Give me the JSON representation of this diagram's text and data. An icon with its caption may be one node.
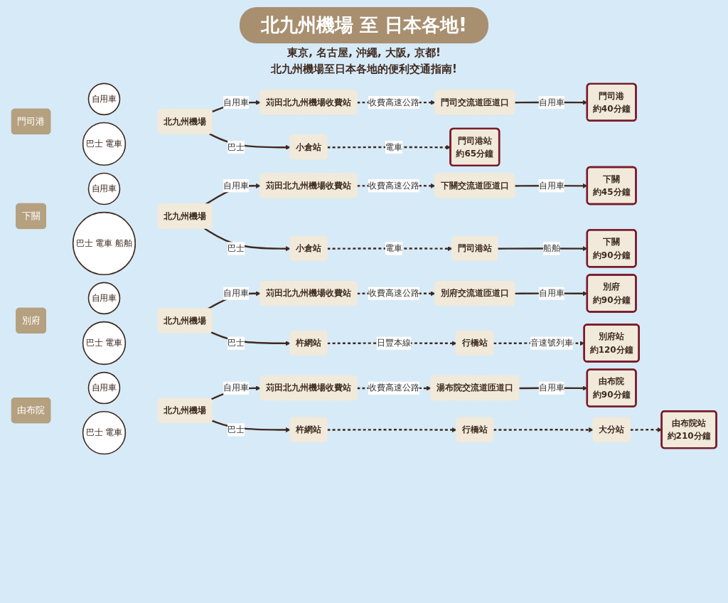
{
  "diagram": {
    "title": "北九州機場 至 日本各地!",
    "nodes": [
      {
        "text": [
          "門司港"
        ]
      },
      {
        "text": [
          "自用車"
        ]
      },
      {
        "text": [
          "巴士",
          "電車"
        ]
      },
      {
        "text": [
          "北九州機場"
        ]
      },
      {
        "text": [
          "苅田北九州機場收費站"
        ]
      },
      {
        "text": [
          "門司交流道匝道口"
        ]
      },
      {
        "text": [
          "門司港",
          "約40分鐘"
        ]
      },
      {
        "text": [
          "小倉站"
        ]
      },
      {
        "text": [
          "門司港站",
          "約65分鐘"
        ]
      },
      {
        "text": [
          "下關"
        ]
      },
      {
        "text": [
          "自用車"
        ]
      },
      {
        "text": [
          "巴士",
          "電車",
          "船舶"
        ]
      },
      {
        "text": [
          "北九州機場"
        ]
      },
      {
        "text": [
          "苅田北九州機場收費站"
        ]
      },
      {
        "text": [
          "下關交流道匝道口"
        ]
      },
      {
        "text": [
          "下關",
          "約45分鐘"
        ]
      },
      {
        "text": [
          "小倉站"
        ]
      },
      {
        "text": [
          "門司港站"
        ]
      },
      {
        "text": [
          "下關",
          "約90分鐘"
        ]
      },
      {
        "text": [
          "別府"
        ]
      },
      {
        "text": [
          "自用車"
        ]
      },
      {
        "text": [
          "巴士",
          "電車"
        ]
      },
      {
        "text": [
          "北九州機場"
        ]
      },
      {
        "text": [
          "苅田北九州機場收費站"
        ]
      },
      {
        "text": [
          "別府交流道匝道口"
        ]
      },
      {
        "text": [
          "別府",
          "約90分鐘"
        ]
      },
      {
        "text": [
          "杵網站"
        ]
      },
      {
        "text": [
          "行橋站"
        ]
      },
      {
        "text": [
          "別府站",
          "約120分鐘"
        ]
      },
      {
        "text": [
          "由布院"
        ]
      },
      {
        "text": [
          "自用車"
        ]
      },
      {
        "text": [
          "巴士",
          "電車"
        ]
      },
      {
        "text": [
          "北九州機場"
        ]
      },
      {
        "text": [
          "苅田北九州機場收費站"
        ]
      },
      {
        "text": [
          "湯布院交流道匝道口"
        ]
      },
      {
        "text": [
          "由布院",
          "約90分鐘"
        ]
      },
      {
        "text": [
          "杵網站"
        ]
      },
      {
        "text": [
          "行橋站"
        ]
      },
      {
        "text": [
          "大分站"
        ]
      },
      {
        "text": [
          "由布院站",
          "約210分鐘"
        ]
      }
    ],
    "edges": [
      {
        "from": 3,
        "to": 4,
        "arrow": "to",
        "label": "自用車"
      },
      {
        "from": 4,
        "to": 5,
        "arrow": "to",
        "label": "收費高速公路",
        "style": "dashed"
      },
      {
        "from": 5,
        "to": 6,
        "arrow": "to",
        "label": "自用車"
      },
      {
        "from": 3,
        "to": 7,
        "arrow": "to",
        "label": "巴士"
      },
      {
        "from": 7,
        "to": 8,
        "arrow": "to",
        "label": "電車",
        "style": "dashed"
      },
      {
        "from": 12,
        "to": 13,
        "arrow": "to",
        "label": "自用車"
      },
      {
        "from": 13,
        "to": 14,
        "arrow": "to",
        "label": "收費高速公路",
        "style": "dashed"
      },
      {
        "from": 14,
        "to": 15,
        "arrow": "to",
        "label": "自用車"
      },
      {
        "from": 12,
        "to": 16,
        "arrow": "to",
        "label": "巴士"
      },
      {
        "from": 16,
        "to": 17,
        "arrow": "to",
        "label": "電車",
        "style": "dashed"
      },
      {
        "from": 17,
        "to": 18,
        "arrow": "to",
        "label": "船舶"
      },
      {
        "from": 22,
        "to": 23,
        "arrow": "to",
        "label": "自用車"
      },
      {
        "from": 23,
        "to": 24,
        "arrow": "to",
        "label": "收費高速公路",
        "style": "dashed"
      },
      {
        "from": 24,
        "to": 25,
        "arrow": "to",
        "label": "自用車"
      },
      {
        "from": 22,
        "to": 26,
        "arrow": "to",
        "label": "巴士"
      },
      {
        "from": 26,
        "to": 27,
        "arrow": "to",
        "label": "日豐本線",
        "style": "dashed"
      },
      {
        "from": 27,
        "to": 28,
        "arrow": "to",
        "label": "音速號列車",
        "style": "dashed"
      },
      {
        "from": 32,
        "to": 33,
        "arrow": "to",
        "label": "自用車"
      },
      {
        "from": 33,
        "to": 34,
        "arrow": "to",
        "label": "收費高速公路",
        "style": "dashed"
      },
      {
        "from": 34,
        "to": 35,
        "arrow": "to",
        "label": "自用車"
      },
      {
        "from": 32,
        "to": 36,
        "arrow": "to",
        "label": "巴士"
      },
      {
        "from": 36,
        "to": 37,
        "arrow": "to",
        "style": "dashed"
      },
      {
        "from": 37,
        "to": 38,
        "arrow": "to",
        "style": "dashed"
      },
      {
        "from": 38,
        "to": 39,
        "arrow": "to",
        "style": "dashed"
      }
    ],
    "labels": [
      "東京, 名古屋, 沖繩, 大阪, 京都!",
      "北九州機場至日本各地的便利交通指南!"
    ]
  }
}
